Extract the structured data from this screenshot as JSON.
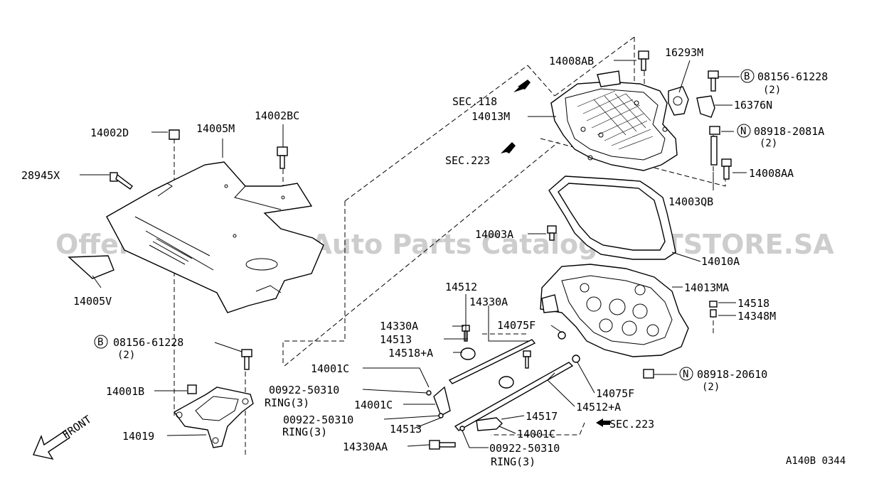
{
  "watermark": "Offers Merchant Auto Parts Catalog PARTSTORE.SA",
  "diagram_code": "A140B 0344",
  "front_label": "FRONT",
  "labels": {
    "p14008AB": "14008AB",
    "p16293M": "16293M",
    "p08156_top": "08156-61228",
    "p08156_top_qty": "(2)",
    "sec118": "SEC.118",
    "p14013M": "14013M",
    "p16376N": "16376N",
    "p08918_top": "08918-2081A",
    "p08918_top_qty": "(2)",
    "sec223_top": "SEC.223",
    "p14008AA": "14008AA",
    "p14003QB": "14003QB",
    "p14002D": "14002D",
    "p14005M": "14005M",
    "p14002BC": "14002BC",
    "p28945X": "28945X",
    "p14003A": "14003A",
    "p14010A": "14010A",
    "p14005V": "14005V",
    "p14013MA": "14013MA",
    "p14512": "14512",
    "p14330A_mid": "14330A",
    "p14518": "14518",
    "p14348M": "14348M",
    "p14330A_left": "14330A",
    "p14075F_top": "14075F",
    "p14513_top": "14513",
    "p14518A": "14518+A",
    "p08156_bottom": "08156-61228",
    "p08156_bottom_qty": "(2)",
    "p14001C_top": "14001C",
    "p08918_bottom": "08918-20610",
    "p08918_bottom_qty": "(2)",
    "p00922_a": "00922-50310",
    "p_ring_a": "RING(3)",
    "p14001B": "14001B",
    "p14075F_bottom": "14075F",
    "p14001C_mid": "14001C",
    "p14512A": "14512+A",
    "p00922_b": "00922-50310",
    "p14517": "14517",
    "p_ring_b": "RING(3)",
    "p14513_bottom": "14513",
    "p14001C_bottom": "14001C",
    "sec223_bottom": "SEC.223",
    "p14019": "14019",
    "p14330AA": "14330AA",
    "p00922_c": "00922-50310",
    "p_ring_c": "RING(3)"
  },
  "callout_symbols": {
    "bolt_b": "B",
    "nut_n": "N"
  }
}
